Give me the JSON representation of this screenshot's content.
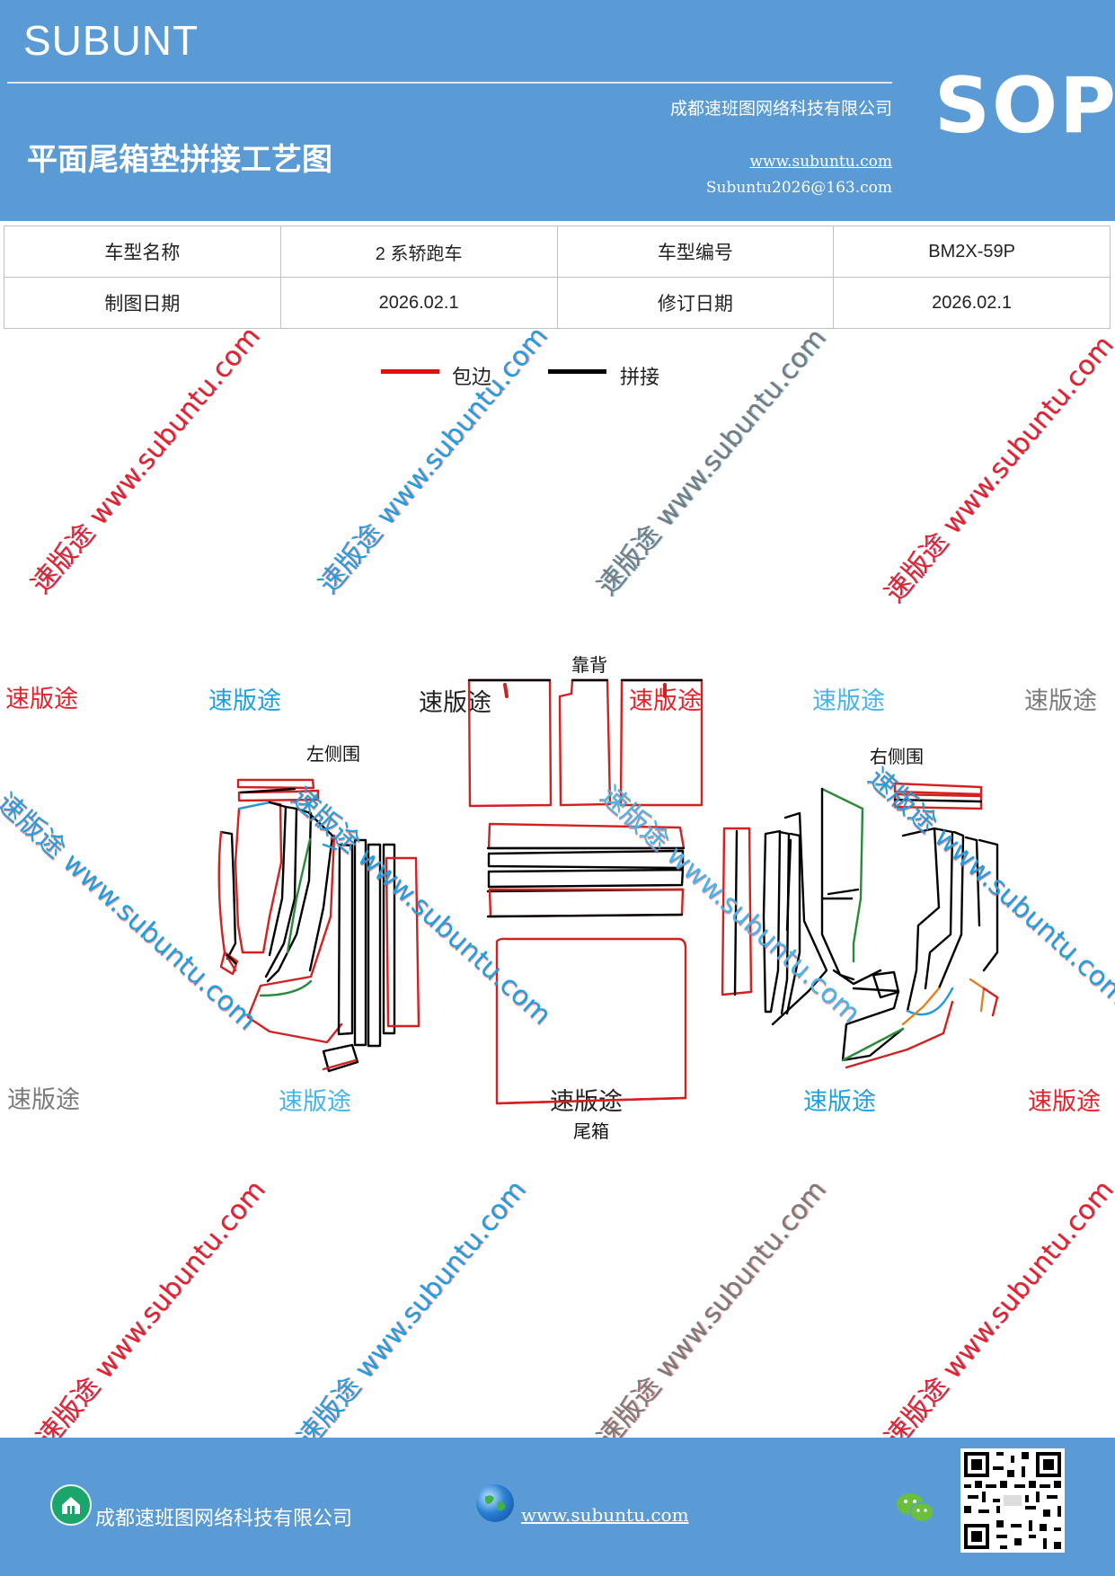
{
  "header": {
    "brand": "SUBUNT",
    "sop": "SOP",
    "company": "成都速班图网络科技有限公司",
    "title": "平面尾箱垫拼接工艺图",
    "website": "www.subuntu.com",
    "email": "Subuntu2026@163.com"
  },
  "info_table": {
    "rows": [
      [
        "车型名称",
        "2 系轿跑车",
        "车型编号",
        "BM2X-59P"
      ],
      [
        "制图日期",
        "2026.02.1",
        "修订日期",
        "2026.02.1"
      ]
    ]
  },
  "legend": {
    "edge_label": "包边",
    "seam_label": "拼接",
    "edge_color": "#e01010",
    "seam_color": "#000000"
  },
  "parts": {
    "backrest": "靠背",
    "left_side": "左侧围",
    "right_side": "右侧围",
    "trunk": "尾箱"
  },
  "watermark": {
    "brand": "速版途",
    "diagonal": "速版途 www.subuntu.com"
  },
  "footer": {
    "company": "成都速班图网络科技有限公司",
    "website": "www.subuntu.com",
    "icons": [
      "building-icon",
      "globe-icon",
      "wechat-icon",
      "qr-code"
    ]
  }
}
